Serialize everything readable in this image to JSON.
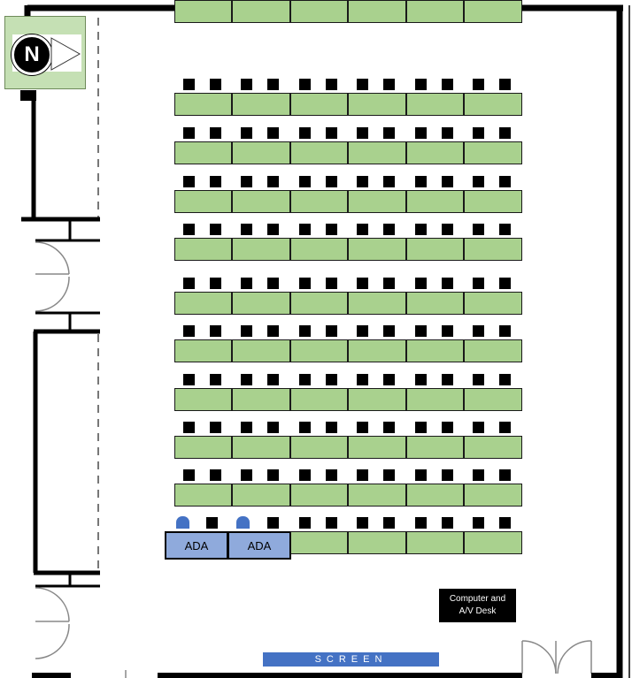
{
  "compass": {
    "letter": "N"
  },
  "seating": {
    "rows": 11,
    "tables_per_row": 6,
    "chairs_per_table": 2,
    "ada_tables": 2,
    "ada_label": "ADA"
  },
  "desk": {
    "line1": "Computer and",
    "line2": "A/V Desk"
  },
  "screen": {
    "label": "SCREEN"
  },
  "colors": {
    "table": "#a9d18e",
    "ada_table": "#8faadc",
    "ada_chair": "#4472c4",
    "chair": "#000000",
    "screen": "#4472c4",
    "wall": "#000000"
  }
}
